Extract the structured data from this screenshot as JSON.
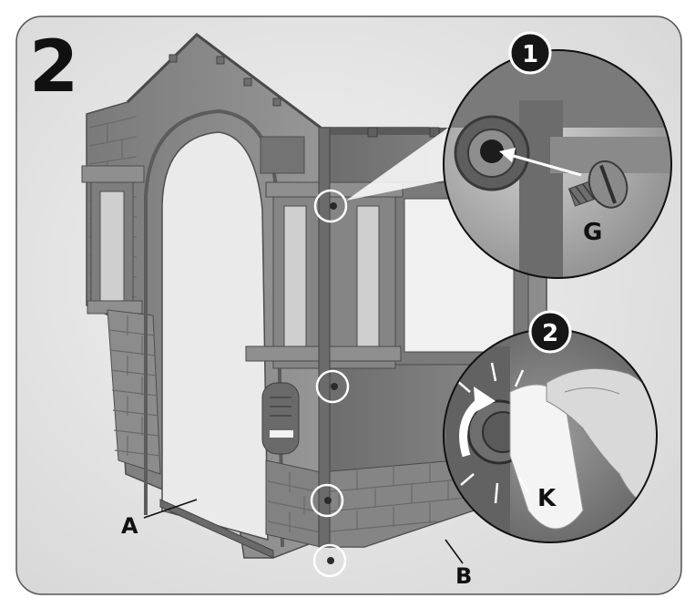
{
  "step": {
    "number": "2"
  },
  "callouts": [
    {
      "badge": "1",
      "part": "G"
    },
    {
      "badge": "2",
      "part": "K"
    }
  ],
  "parts": {
    "a": "A",
    "b": "B"
  },
  "colors": {
    "plastic": "#8a8a8a",
    "plastic_dark": "#5e5e5e",
    "plastic_light": "#a9a9a9",
    "background": "#e9e9e9",
    "badge": "#161616"
  }
}
